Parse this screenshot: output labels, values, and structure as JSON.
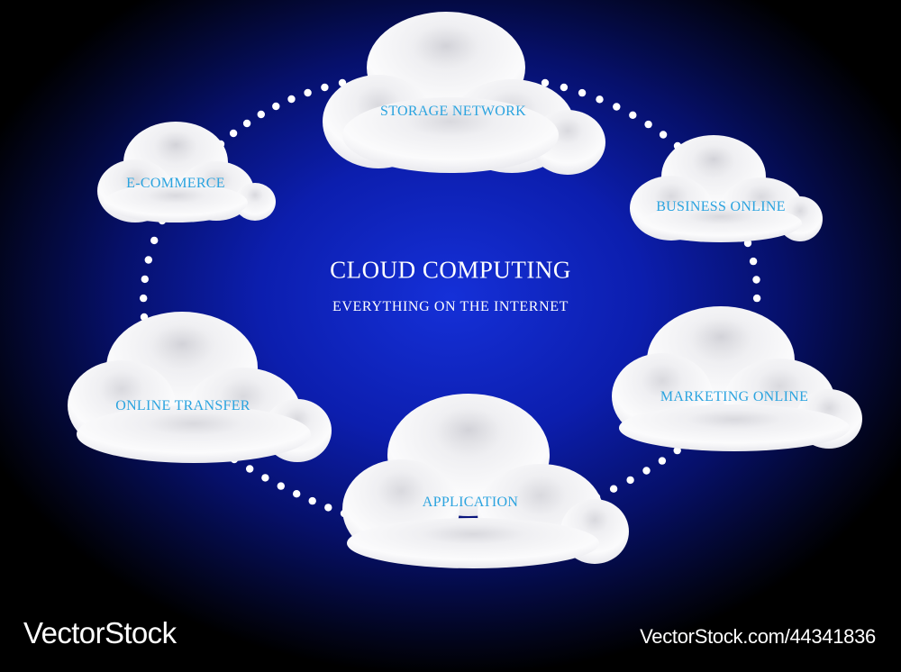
{
  "diagram": {
    "title": "CLOUD COMPUTING",
    "subtitle": "EVERYTHING ON THE INTERNET",
    "nodes": [
      {
        "id": "storage",
        "label": "STORAGE NETWORK"
      },
      {
        "id": "ecommerce",
        "label": "E-COMMERCE"
      },
      {
        "id": "business",
        "label": "BUSINESS ONLINE"
      },
      {
        "id": "transfer",
        "label": "ONLINE TRANSFER"
      },
      {
        "id": "marketing",
        "label": "MARKETING ONLINE"
      },
      {
        "id": "application",
        "label": "APPLICATION"
      }
    ],
    "connector_style": "dotted",
    "colors": {
      "background": "#0c1eae",
      "cloud": "#f4f4f6",
      "label": "#2aa3df",
      "dots": "#ffffff"
    }
  },
  "watermark": {
    "brand": "VectorStock",
    "stock_id": "VectorStock.com/44341836"
  }
}
